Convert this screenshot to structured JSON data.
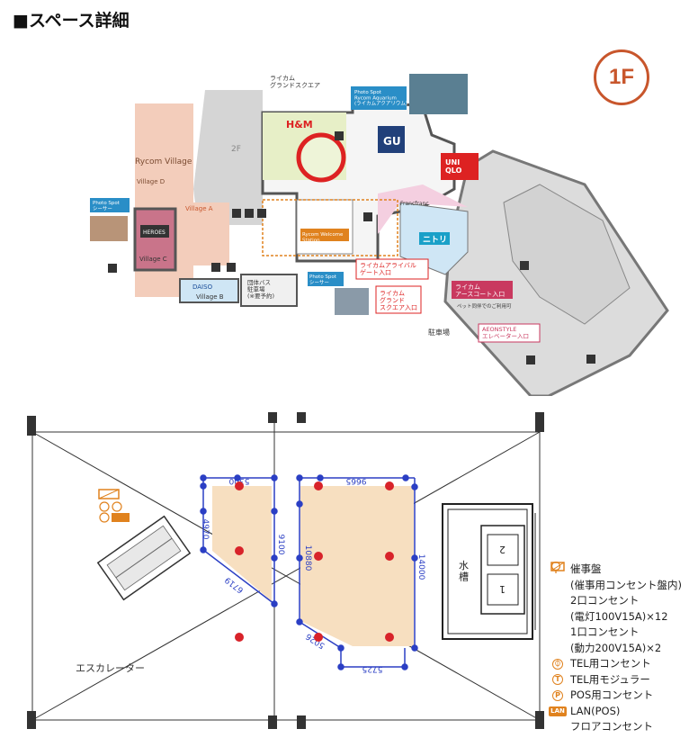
{
  "page": {
    "title": "■スペース詳細",
    "floor_badge": "1F"
  },
  "map": {
    "area_labels": {
      "grand_square": "ライカム\nグランドスクエア",
      "rycom_village": "Rycom Village",
      "village_a": "Village A",
      "village_b": "Village B",
      "village_c": "Village C",
      "village_d": "Village D",
      "zone_2f": "2F",
      "welcome_station": "Rycom Welcome\nStation",
      "arrival_gate": "ライカムアライバル\nゲート入口",
      "grand_square_entrance": "ライカム\nグランド\nスクエア入口",
      "earth_court_entrance": "ライカム\nアースコート入口",
      "aeon_style_entrance": "AEONSTYLE\nエレベーター入口",
      "parking": "駐車場",
      "pet_note": "ペット同伴でのご利用可",
      "photo_spot_aquarium": "Photo Spot\nRycom Aquarium\n(ライカムアクアリウム)",
      "photo_spot_shisa_left": "Photo Spot\nシーサー",
      "photo_spot_shisa_center": "Photo Spot\nシーサー",
      "bus": "団体バス\n駐車場\n(※要予約)"
    },
    "stores": {
      "hm": "H&M",
      "gu": "GU",
      "uniqlo": "UNI\nQLO",
      "nitori": "ニトリ",
      "francfranc": "Francfranc",
      "heroes": "HEROES",
      "daiso": "DAISO"
    }
  },
  "plan": {
    "dimensions": {
      "top_left": "5300",
      "top_right": "9665",
      "left_side": "4970",
      "left_mid": "9100",
      "center": "10880",
      "right_side": "14000",
      "diag_left": "6719",
      "diag_right": "5026",
      "bottom": "5725"
    },
    "labels": {
      "escalator": "エスカレーター",
      "water_tank": "水\n槽",
      "elevator_2": "2",
      "elevator_1": "1"
    }
  },
  "legend": {
    "items": [
      {
        "icon": "event-panel-icon",
        "label": "催事盤"
      },
      {
        "icon": "",
        "label": "(催事用コンセント盤内)"
      },
      {
        "icon": "",
        "label": "2口コンセント"
      },
      {
        "icon": "",
        "label": "(電灯100V15A)×12"
      },
      {
        "icon": "",
        "label": "1口コンセント"
      },
      {
        "icon": "",
        "label": "(動力200V15A)×2"
      },
      {
        "icon": "tel-outlet-icon",
        "label": "TEL用コンセント"
      },
      {
        "icon": "tel-modular-icon",
        "label": "TEL用モジュラー"
      },
      {
        "icon": "pos-outlet-icon",
        "label": "POS用コンセント"
      },
      {
        "icon": "lan-icon",
        "label": "LAN(POS)"
      },
      {
        "icon": "floor-outlet-icon",
        "label": "フロアコンセント"
      }
    ],
    "icon_glyphs": {
      "tel_outlet": "⏀",
      "tel_modular": "T",
      "pos": "P",
      "lan": "LAN"
    }
  },
  "colors": {
    "accent": "#c8562c",
    "legend_orange": "#e0821e",
    "plan_fill": "#f7dfc0",
    "dim_blue": "#2b3fc4",
    "dot_red": "#d8232a",
    "village_pink": "#f3cdbb",
    "map_gray": "#d9d9d9",
    "hm_green": "#e7efc7",
    "nitori_blue": "#cfe6f5",
    "francfranc_pink": "#f4cfe0"
  }
}
